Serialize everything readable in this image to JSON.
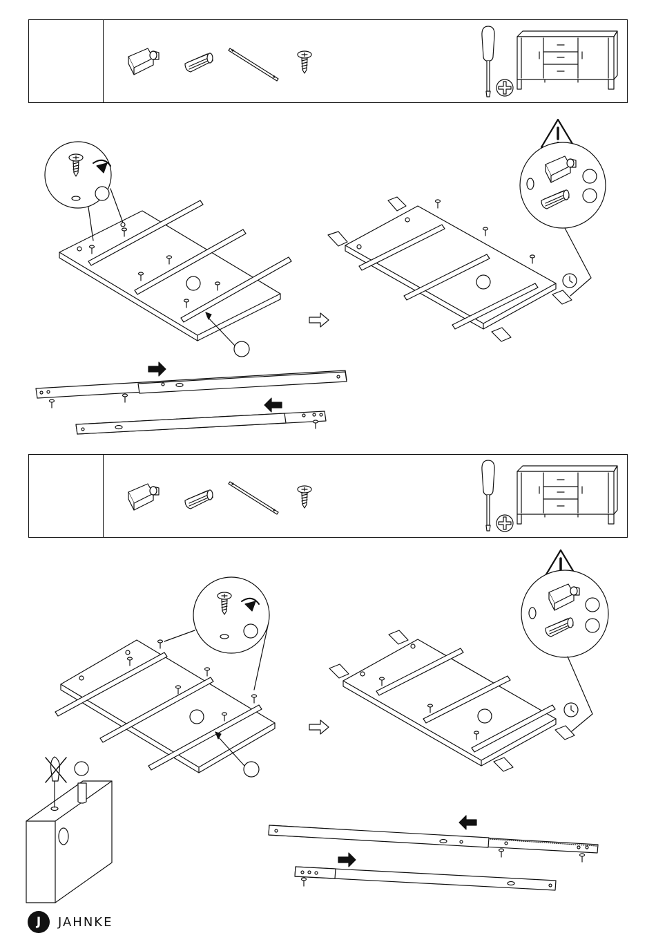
{
  "steps": [
    {
      "id": "step-1",
      "number": "",
      "parts": [
        "cam-lock-icon",
        "wooden-dowel-icon",
        "drawer-rail-rod-icon",
        "screw-icon"
      ],
      "tools": [
        "screwdriver-icon",
        "phillips-bit-icon"
      ],
      "product": "sideboard-icon",
      "callouts": [
        "",
        "",
        "",
        "",
        ""
      ]
    },
    {
      "id": "step-2",
      "number": "",
      "parts": [
        "cam-lock-icon",
        "wooden-dowel-icon",
        "drawer-rail-rod-icon",
        "screw-icon"
      ],
      "tools": [
        "screwdriver-icon",
        "phillips-bit-icon"
      ],
      "product": "sideboard-icon",
      "callouts": [
        "",
        "",
        "",
        "",
        "",
        ""
      ]
    }
  ],
  "brand": {
    "logo_letter": "J",
    "name": "JAHNKE"
  },
  "icons": {
    "warning": "warning-triangle-icon",
    "clock": "clock-icon",
    "arrow": "next-arrow-icon"
  }
}
